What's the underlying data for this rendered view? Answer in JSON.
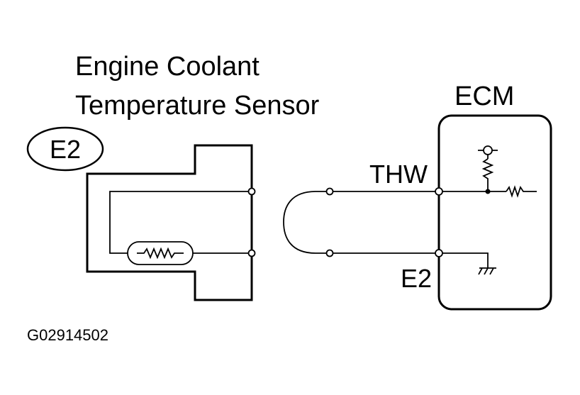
{
  "sensor": {
    "title_line1": "Engine Coolant",
    "title_line2": "Temperature Sensor",
    "connector_label": "E2"
  },
  "ecm": {
    "label": "ECM",
    "terminal_thw": "THW",
    "terminal_e2": "E2"
  },
  "figure_code": "G02914502",
  "colors": {
    "ink": "#000000",
    "background": "#ffffff"
  }
}
